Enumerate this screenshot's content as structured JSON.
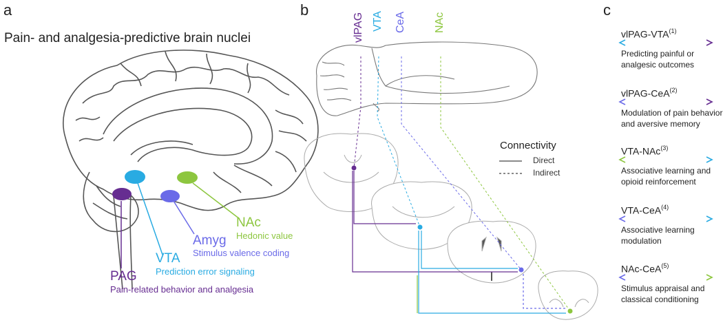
{
  "panels": {
    "a": "a",
    "b": "b",
    "c": "c"
  },
  "panel_a": {
    "title": "Pain- and analgesia-predictive brain nuclei",
    "nuclei": [
      {
        "name": "NAc",
        "role": "Hedonic value",
        "color": "#8dc63f"
      },
      {
        "name": "Amyg",
        "role": "Stimulus valence coding",
        "color": "#6a6ae8"
      },
      {
        "name": "VTA",
        "role": "Prediction error signaling",
        "color": "#29abe2"
      },
      {
        "name": "PAG",
        "role": "Pain-related behavior and analgesia",
        "color": "#662d91"
      }
    ]
  },
  "panel_b": {
    "region_labels": [
      {
        "name": "vlPAG",
        "color": "#662d91"
      },
      {
        "name": "VTA",
        "color": "#29abe2"
      },
      {
        "name": "CeA",
        "color": "#6a6ae8"
      },
      {
        "name": "NAc",
        "color": "#8dc63f"
      }
    ],
    "legend": {
      "title": "Connectivity",
      "direct": "Direct",
      "indirect": "Indirect"
    }
  },
  "panel_c": {
    "pathways": [
      {
        "name": "vlPAG-VTA",
        "ref": "(1)",
        "desc": "Predicting painful or analgesic outcomes",
        "from": "#29abe2",
        "to": "#662d91",
        "style": "solid"
      },
      {
        "name": "vlPAG-CeA",
        "ref": "(2)",
        "desc": "Modulation of pain behavior and aversive memory",
        "from": "#6a6ae8",
        "to": "#662d91",
        "style": "solid"
      },
      {
        "name": "VTA-NAc",
        "ref": "(3)",
        "desc": "Associative learning and opioid reinforcement",
        "from": "#8dc63f",
        "to": "#29abe2",
        "style": "solid"
      },
      {
        "name": "VTA-CeA",
        "ref": "(4)",
        "desc": "Associative learning modulation",
        "from": "#6a6ae8",
        "to": "#29abe2",
        "style": "solid"
      },
      {
        "name": "NAc-CeA",
        "ref": "(5)",
        "desc": "Stimulus appraisal and classical conditioning",
        "from": "#6a6ae8",
        "to": "#8dc63f",
        "style": "dashed"
      }
    ]
  }
}
